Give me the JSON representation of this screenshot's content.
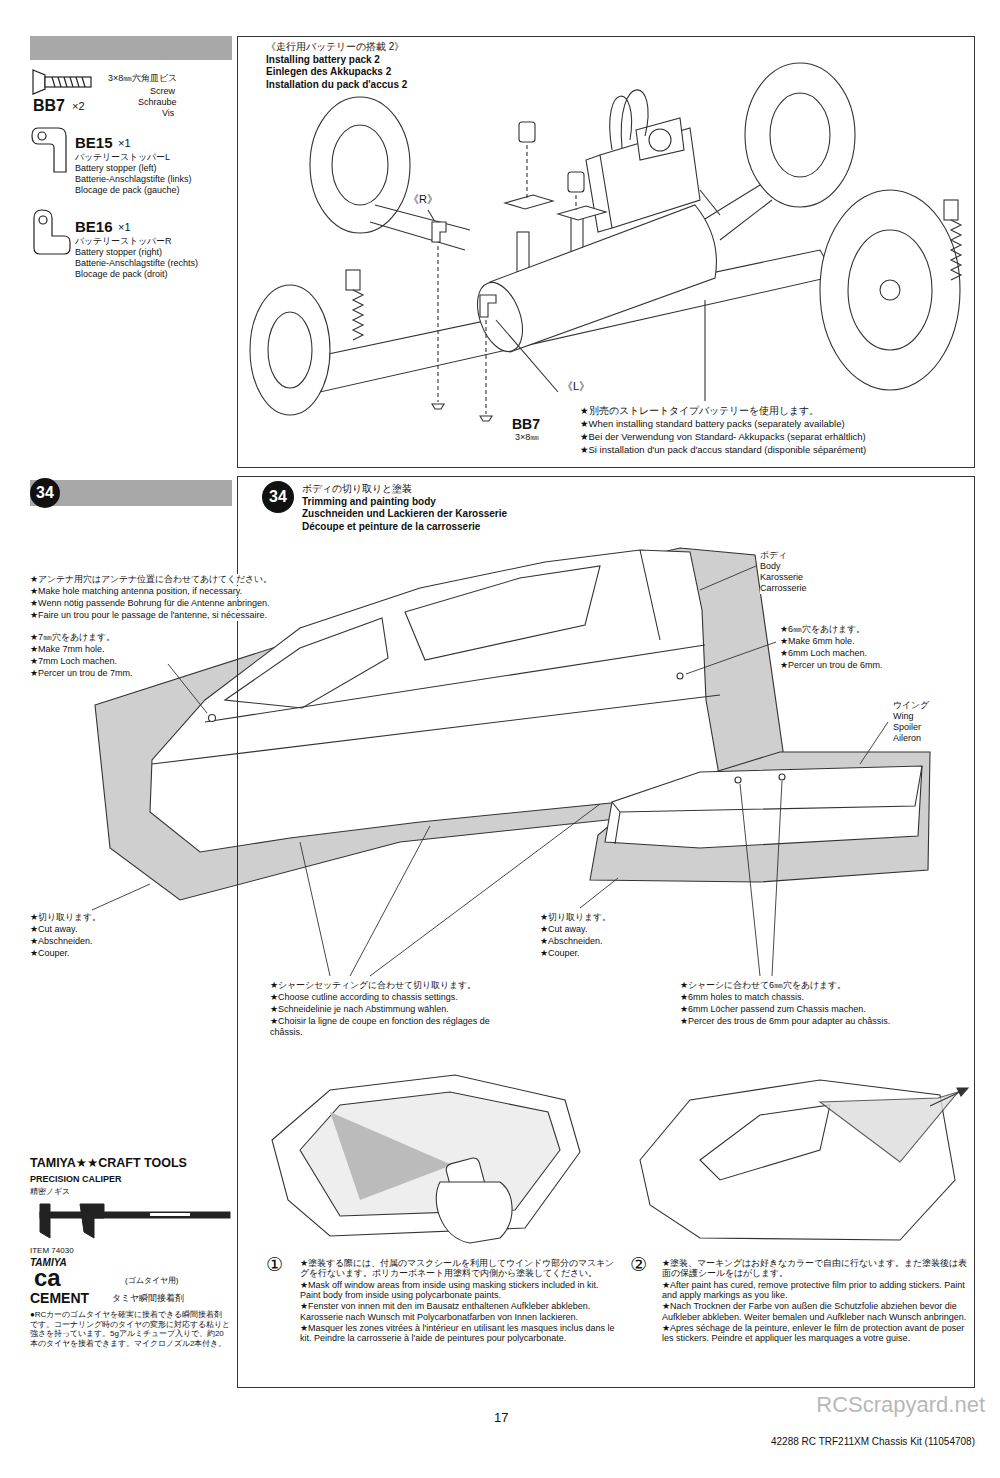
{
  "diagram": {
    "nodes": [
      {
        "text": [
          "《走行用バッテリーの搭載 2》",
          "Installing battery pack 2",
          "Einlegen des Akkupacks 2",
          "Installation du pack d'accus 2"
        ]
      },
      {
        "text": [
          "34"
        ]
      },
      {
        "text": [
          "ボディの切り取りと塗装",
          "Trimming and painting body",
          "Zuschneiden und Lackieren der Karosserie",
          "Découpe et peinture de la carrosserie"
        ]
      },
      {
        "text": [
          "34"
        ],
        "in": 2
      }
    ],
    "labels": [
      "BB7",
      "×2",
      "3×8㎜六角皿ビス",
      "Screw",
      "Schraube",
      "Vis",
      "BE15",
      "×1",
      "バッテリーストッパーL",
      "Battery stopper (left)",
      "Batterie-Anschlagstifte (links)",
      "Blocage de pack (gauche)",
      "BE16",
      "×1",
      "バッテリーストッパーR",
      "Battery stopper (right)",
      "Batterie-Anschlagstifte (rechts)",
      "Blocage de pack (droit)",
      "《R》",
      "《L》",
      "BB7",
      "3×8㎜",
      "★別売のストレートタイプバッテリーを使用します。",
      "★When installing standard battery packs (separately available)",
      "★Bei der Verwendung von Standard- Akkupacks (separat erhältlich)",
      "★Si installation d'un pack d'accus standard (disponible séparément)",
      "ボディ",
      "Body",
      "Karosserie",
      "Carrosserie",
      "★アンテナ用穴はアンテナ位置に合わせてあけてください。",
      "★Make hole matching antenna position, if necessary.",
      "★Wenn nötig passende Bohrung für die Antenne anbringen.",
      "★Faire un trou pour le passage de l'antenne, si nécessaire.",
      "★7㎜穴をあけます。",
      "★Make 7mm hole.",
      "★7mm Loch machen.",
      "★Percer un trou de 7mm.",
      "★6㎜穴をあけます。",
      "★Make 6mm hole.",
      "★6mm Loch machen.",
      "★Percer un trou de 6mm.",
      "ウイング",
      "Wing",
      "Spoiler",
      "Aileron",
      "★切り取ります。",
      "★Cut away.",
      "★Abschneiden.",
      "★Couper.",
      "★切り取ります。",
      "★Cut away.",
      "★Abschneiden.",
      "★Couper.",
      "★シャーシセッティングに合わせて切り取ります。",
      "★Choose cutline according to chassis settings.",
      "★Schneidelinie je nach Abstimmung wählen.",
      "★Choisir la ligne de coupe en fonction des réglages de châssis.",
      "★シャーシに合わせて6㎜穴をあけます。",
      "★6mm holes to match chassis.",
      "★6mm Löcher passend zum Chassis machen.",
      "★Percer des trous de 6mm pour adapter au châssis.",
      "①",
      "★塗装する際には、付属のマスクシールを利用してウインドウ部分のマスキングを行ないます。ポリカーボネート用塗料で内側から塗装してください。",
      "★Mask off window areas from inside using masking stickers included in kit. Paint body from inside using polycarbonate paints.",
      "★Fenster von innen mit den im Bausatz enthaltenen Aufkleber abkleben. Karosserie nach Wunsch mit Polycarbonatfarben von Innen lackieren.",
      "★Masquer les zones vitrées à l'intérieur en utilisant les masques inclus dans le kit. Peindre la carrosserie à l'aide de peintures pour polycarbonate.",
      "②",
      "★塗装、マーキングはお好きなカラーで自由に行ないます。また塗装後は表面の保護シールをはがします。",
      "★After paint has cured, remove protective film prior to adding stickers. Paint and apply markings as you like.",
      "★Nach Trocknen der Farbe von außen die Schutzfolie abziehen bevor die Aufkleber abkleben. Weiter bemalen und Aufkleber nach Wunsch anbringen.",
      "★Apres séchage de la peinture, enlever le film de protection avant de poser les stickers. Peindre et appliquer les marquages a votre guise.",
      "TAMIYA★★CRAFT TOOLS",
      "PRECISION CALIPER",
      "精密ノギス",
      "ITEM 74030",
      "TAMIYA",
      "ca",
      "CEMENT",
      "(ゴムタイヤ用)",
      "タミヤ瞬間接着剤",
      "●RCカーのゴムタイヤを確実に接着できる瞬間接着剤です。コーナリング時のタイヤの変形に対応する粘りと強さを持っています。5gアルミチューブ入りで、約20本のタイヤを接着できます。マイクロノズル2本付き。",
      "17",
      "42288 RC TRF211XM Chassis Kit (11054708)",
      "RCScrapyard.net"
    ]
  }
}
